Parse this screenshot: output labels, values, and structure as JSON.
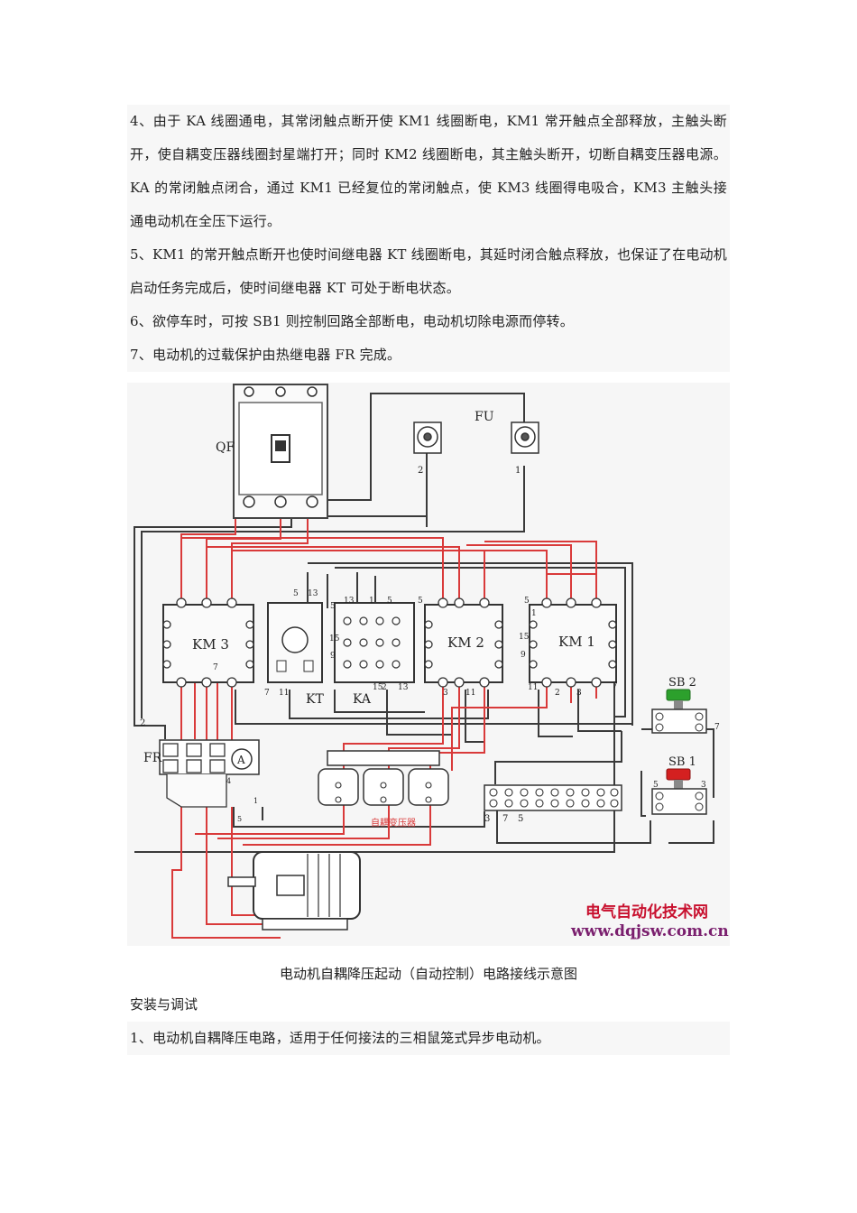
{
  "paragraphs_top": [
    "4、由于 KA 线圈通电，其常闭触点断开使 KM1 线圈断电，KM1 常开触点全部释放，主触头断开，使自耦变压器线圈封星端打开；同时 KM2 线圈断电，其主触头断开，切断自耦变压器电源。KA 的常闭触点闭合，通过 KM1 已经复位的常闭触点，使 KM3 线圈得电吸合，KM3 主触头接通电动机在全压下运行。",
    "5、KM1 的常开触点断开也使时间继电器 KT 线圈断电，其延时闭合触点释放，也保证了在电动机启动任务完成后，使时间继电器 KT 可处于断电状态。",
    "6、欲停车时，可按 SB1 则控制回路全部断电，电动机切除电源而停转。",
    "7、电动机的过载保护由热继电器 FR 完成。"
  ],
  "figure": {
    "labels": {
      "qf": "QF",
      "fu": "FU",
      "km3": "KM 3",
      "kt": "KT",
      "ka": "KA",
      "km2": "KM 2",
      "km1": "KM 1",
      "sb2": "SB 2",
      "sb1": "SB 1",
      "fr": "FR",
      "ammeter": "A",
      "transformer": "自耦变压器"
    },
    "wire_numbers": {
      "fu_left": "2",
      "fu_right": "1",
      "left_rail": "2",
      "kt_5": "5",
      "kt_13": "13",
      "ka_13": "13",
      "ka_1": "1",
      "ka_5a": "5",
      "ka_5b": "5",
      "ka_9": "9",
      "ka_15": "15",
      "km2_5": "5",
      "km1_5": "5",
      "km1_15": "15",
      "km1_9": "9",
      "km1_1": "1",
      "km1_11": "11",
      "km1_2": "2",
      "km1_3": "3",
      "km1_7": "7",
      "km3_7": "7",
      "kt_7": "7",
      "kt_11": "11",
      "ka_15b": "15",
      "ka_2": "2",
      "ka_13b": "13",
      "km2_3": "3",
      "km2_11": "11",
      "sb2_7": "7",
      "sb1_5": "5",
      "sb1_3": "3",
      "tb_3": "3",
      "tb_7": "7",
      "tb_5": "5",
      "fr_1": "1",
      "fr_5": "5",
      "fr_4": "4"
    },
    "watermark_title": "电气自动化技术网",
    "watermark_url": "www.dqjsw.com.cn",
    "colors": {
      "wire_red": "#d93a3a",
      "wire_black": "#3a3a3a",
      "sb2_button": "#2ca02c",
      "sb1_button": "#d42020",
      "watermark_red": "#c8102e",
      "watermark_url": "#7a1f6e"
    }
  },
  "caption": "电动机自耦降压起动（自动控制）电路接线示意图",
  "section_heading": "安装与调试",
  "paragraphs_bottom": [
    "1、电动机自耦降压电路，适用于任何接法的三相鼠笼式异步电动机。"
  ]
}
